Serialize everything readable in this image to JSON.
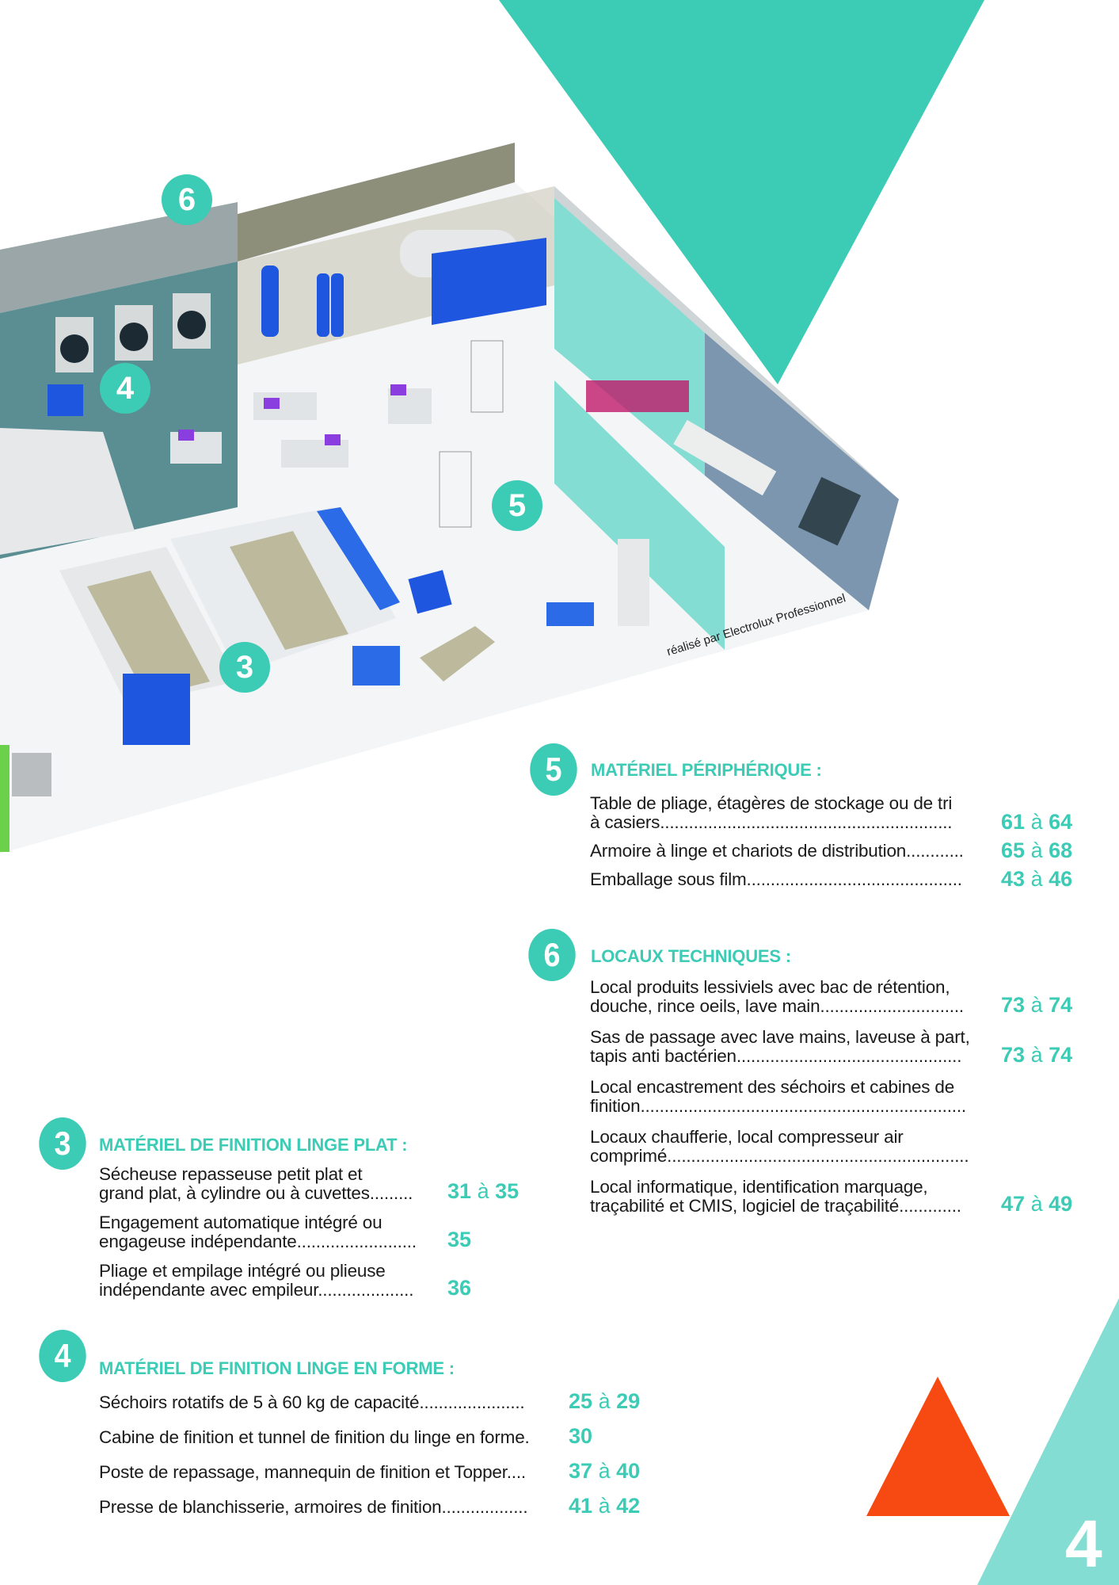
{
  "colors": {
    "accent": "#3ccbb5",
    "light_accent": "#84ddd2",
    "orange": "#f74a12"
  },
  "illustration": {
    "credit": "réalisé par Electrolux Professionnel",
    "markers": [
      "6",
      "4",
      "5",
      "3"
    ]
  },
  "page_number": "4",
  "sections": {
    "s5": {
      "number": "5",
      "title": "MATÉRIEL PÉRIPHÉRIQUE :",
      "items": [
        {
          "line1": "Table de pliage, étagères de stockage ou de tri",
          "line2": "à casiers.............................................................",
          "from": "61",
          "sep": "à",
          "to": "64"
        },
        {
          "line1": "Armoire à linge et chariots de distribution............",
          "from": "65",
          "sep": "à",
          "to": "68"
        },
        {
          "line1": "Emballage sous film.............................................",
          "from": "43",
          "sep": "à",
          "to": "46"
        }
      ]
    },
    "s6": {
      "number": "6",
      "title": "LOCAUX TECHNIQUES :",
      "items": [
        {
          "line1": "Local produits lessiviels avec bac de rétention,",
          "line2": "douche, rince oeils, lave main..............................",
          "from": "73",
          "sep": "à",
          "to": "74"
        },
        {
          "line1": "Sas de passage avec lave mains, laveuse à part,",
          "line2": "tapis anti bactérien...............................................",
          "from": "73",
          "sep": "à",
          "to": "74"
        },
        {
          "line1": "Local encastrement des séchoirs et cabines de",
          "line2": "finition...................................................................."
        },
        {
          "line1": "Locaux chaufferie, local compresseur air",
          "line2": "comprimé..............................................................."
        },
        {
          "line1": "Local informatique, identification marquage,",
          "line2": "traçabilité et CMIS, logiciel de traçabilité.............",
          "from": "47",
          "sep": "à",
          "to": "49"
        }
      ]
    },
    "s3": {
      "number": "3",
      "title": "MATÉRIEL DE FINITION LINGE PLAT :",
      "items": [
        {
          "line1": "Sécheuse repasseuse petit plat et",
          "line2": "grand plat, à cylindre ou à cuvettes.........",
          "from": "31",
          "sep": "à",
          "to": "35"
        },
        {
          "line1": "Engagement automatique intégré ou",
          "line2": "engageuse indépendante.........................",
          "from": "35"
        },
        {
          "line1": "Pliage et empilage intégré ou plieuse",
          "line2": "indépendante avec empileur....................",
          "from": "36"
        }
      ]
    },
    "s4": {
      "number": "4",
      "title": "MATÉRIEL DE FINITION LINGE EN FORME :",
      "items": [
        {
          "line1": "Séchoirs rotatifs de 5 à 60 kg de capacité......................",
          "from": "25",
          "sep": "à",
          "to": "29"
        },
        {
          "line1": "Cabine de finition et tunnel de finition du linge en forme.",
          "from": "30"
        },
        {
          "line1": "Poste de repassage, mannequin de finition et Topper....",
          "from": "37",
          "sep": "à",
          "to": "40"
        },
        {
          "line1": "Presse de blanchisserie, armoires de finition..................",
          "from": "41",
          "sep": "à",
          "to": "42"
        }
      ]
    }
  }
}
